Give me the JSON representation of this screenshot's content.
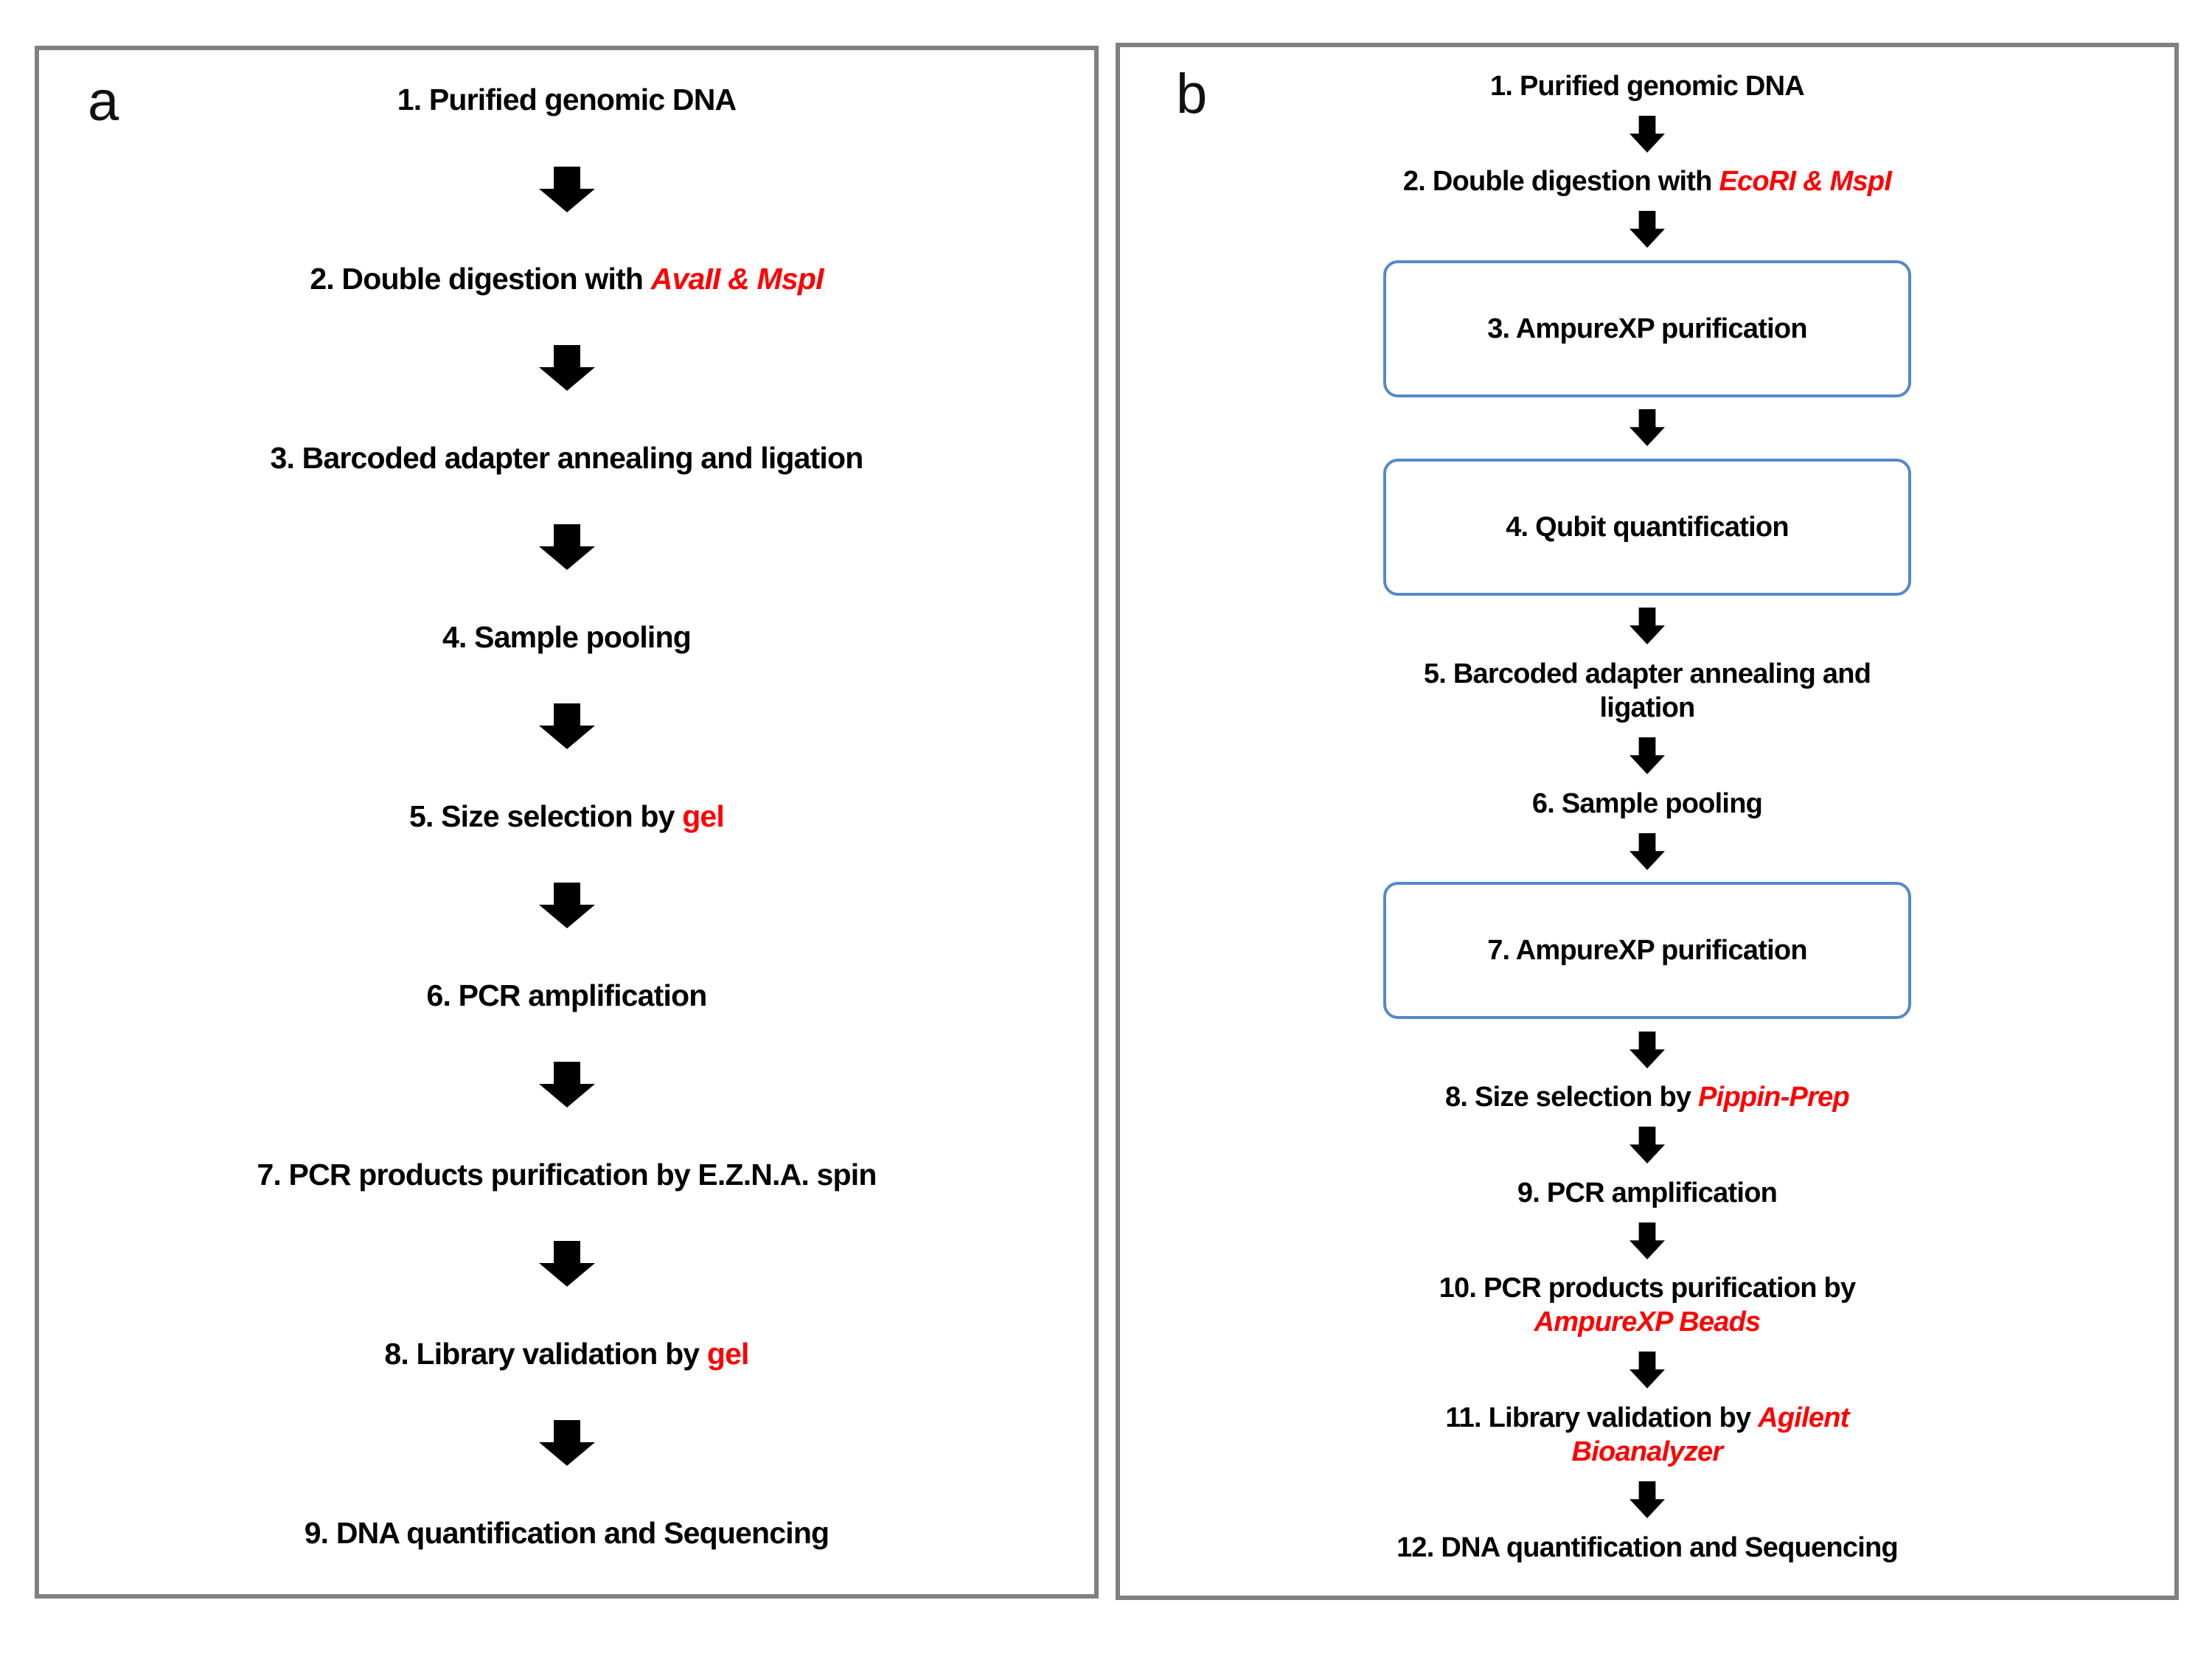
{
  "figure": {
    "type": "flowchart",
    "description": "Two library-preparation protocol workflows (panel a and panel b) with numbered steps connected by downward block arrows"
  },
  "colors": {
    "step_text_black": "#000000",
    "highlight_red": "#ff0000",
    "box_border_blue": "#5589c8",
    "panel_border_gray": "#808080",
    "arrow_black": "#000000",
    "background": "#ffffff"
  },
  "icons": {
    "connector": "down-arrow-icon"
  },
  "panels": [
    {
      "label": "a",
      "steps": [
        {
          "boxed": false,
          "lines": [
            [
              {
                "t": "1. Purified genomic DNA"
              }
            ]
          ]
        },
        {
          "boxed": false,
          "lines": [
            [
              {
                "t": "2. Double digestion with "
              },
              {
                "t": "AvaII & MspI",
                "red": true,
                "i": true
              }
            ]
          ]
        },
        {
          "boxed": false,
          "lines": [
            [
              {
                "t": "3. Barcoded adapter annealing and ligation"
              }
            ]
          ]
        },
        {
          "boxed": false,
          "lines": [
            [
              {
                "t": "4. Sample pooling"
              }
            ]
          ]
        },
        {
          "boxed": false,
          "lines": [
            [
              {
                "t": "5. Size selection by "
              },
              {
                "t": "gel",
                "red": true
              }
            ]
          ]
        },
        {
          "boxed": false,
          "lines": [
            [
              {
                "t": "6. PCR amplification"
              }
            ]
          ]
        },
        {
          "boxed": false,
          "lines": [
            [
              {
                "t": "7. PCR products purification by  E.Z.N.A. spin"
              }
            ]
          ]
        },
        {
          "boxed": false,
          "lines": [
            [
              {
                "t": "8. Library validation by "
              },
              {
                "t": "gel",
                "red": true
              }
            ]
          ]
        },
        {
          "boxed": false,
          "lines": [
            [
              {
                "t": "9. DNA quantification and Sequencing"
              }
            ]
          ]
        }
      ]
    },
    {
      "label": "b",
      "steps": [
        {
          "boxed": false,
          "lines": [
            [
              {
                "t": "1. Purified genomic DNA"
              }
            ]
          ]
        },
        {
          "boxed": false,
          "lines": [
            [
              {
                "t": "2. Double digestion with "
              },
              {
                "t": "EcoRI & MspI",
                "red": true,
                "i": true
              }
            ]
          ]
        },
        {
          "boxed": true,
          "lines": [
            [
              {
                "t": "3. AmpureXP purification"
              }
            ]
          ]
        },
        {
          "boxed": true,
          "lines": [
            [
              {
                "t": "4. Qubit quantification"
              }
            ]
          ]
        },
        {
          "boxed": false,
          "lines": [
            [
              {
                "t": "5. Barcoded adapter annealing and"
              }
            ],
            [
              {
                "t": "ligation"
              }
            ]
          ]
        },
        {
          "boxed": false,
          "lines": [
            [
              {
                "t": "6. Sample pooling"
              }
            ]
          ]
        },
        {
          "boxed": true,
          "lines": [
            [
              {
                "t": "7. AmpureXP purification"
              }
            ]
          ]
        },
        {
          "boxed": false,
          "lines": [
            [
              {
                "t": "8. Size selection by "
              },
              {
                "t": "Pippin-Prep",
                "red": true,
                "i": true
              }
            ]
          ]
        },
        {
          "boxed": false,
          "lines": [
            [
              {
                "t": "9. PCR amplification"
              }
            ]
          ]
        },
        {
          "boxed": false,
          "lines": [
            [
              {
                "t": "10. PCR products purification by"
              }
            ],
            [
              {
                "t": "AmpureXP Beads",
                "red": true,
                "i": true
              }
            ]
          ]
        },
        {
          "boxed": false,
          "lines": [
            [
              {
                "t": "11. Library validation by "
              },
              {
                "t": "Agilent",
                "red": true,
                "i": true
              }
            ],
            [
              {
                "t": "Bioanalyzer",
                "red": true,
                "i": true
              }
            ]
          ]
        },
        {
          "boxed": false,
          "lines": [
            [
              {
                "t": "12. DNA quantification and Sequencing"
              }
            ]
          ]
        }
      ]
    }
  ]
}
